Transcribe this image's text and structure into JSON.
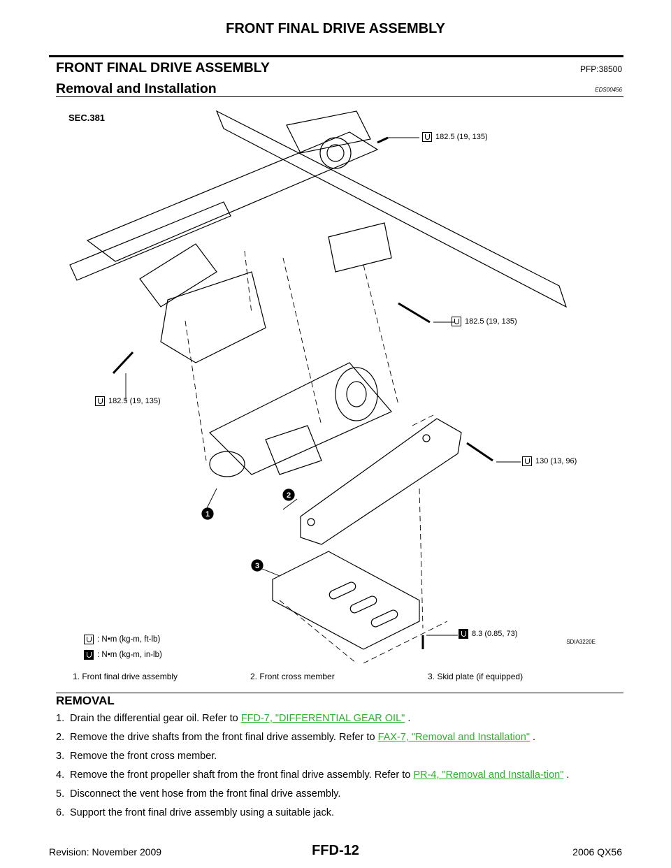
{
  "header": {
    "title": "FRONT FINAL DRIVE ASSEMBLY"
  },
  "section": {
    "title": "FRONT FINAL DRIVE ASSEMBLY",
    "code": "PFP:38500"
  },
  "subsection": {
    "title": "Removal and Installation",
    "code": "EDS00456"
  },
  "figure": {
    "sec_label": "SEC.381",
    "figure_code": "SDIA3220E",
    "torques": [
      "182.5 (19, 135)",
      "182.5 (19, 135)",
      "182.5 (19, 135)",
      "130 (13, 96)",
      "8.3 (0.85, 73)"
    ],
    "callouts": [
      "1",
      "2",
      "3"
    ],
    "legend": [
      {
        "icon": "torque-wrench-icon",
        "text": ": N•m (kg-m, ft-lb)"
      },
      {
        "icon": "torque-wrench-filled-icon",
        "text": ": N•m (kg-m, in-lb)"
      }
    ],
    "captions": [
      "1.    Front final drive assembly",
      "2.    Front cross member",
      "3.    Skid plate (if equipped)"
    ]
  },
  "removal": {
    "title": "REMOVAL",
    "steps": [
      {
        "num": "1.",
        "text": "Drain the differential gear oil. Refer to ",
        "link": "FFD-7, \"DIFFERENTIAL GEAR OIL\"",
        "after": " ."
      },
      {
        "num": "2.",
        "text": "Remove the drive shafts from the front final drive assembly. Refer to ",
        "link": "FAX-7, \"Removal and Installation\"",
        "after": " ."
      },
      {
        "num": "3.",
        "text": "Remove the front cross member.",
        "link": "",
        "after": ""
      },
      {
        "num": "4.",
        "text": "Remove the front propeller shaft from the front final drive assembly. Refer to ",
        "link": "PR-4, \"Removal and Installa-tion\"",
        "after": " ."
      },
      {
        "num": "5.",
        "text": "Disconnect the vent hose from the front final drive assembly.",
        "link": "",
        "after": ""
      },
      {
        "num": "6.",
        "text": "Support the front final drive assembly using a suitable jack.",
        "link": "",
        "after": ""
      }
    ]
  },
  "footer": {
    "revision": "Revision: November 2009",
    "page": "FFD-12",
    "model": "2006 QX56"
  }
}
